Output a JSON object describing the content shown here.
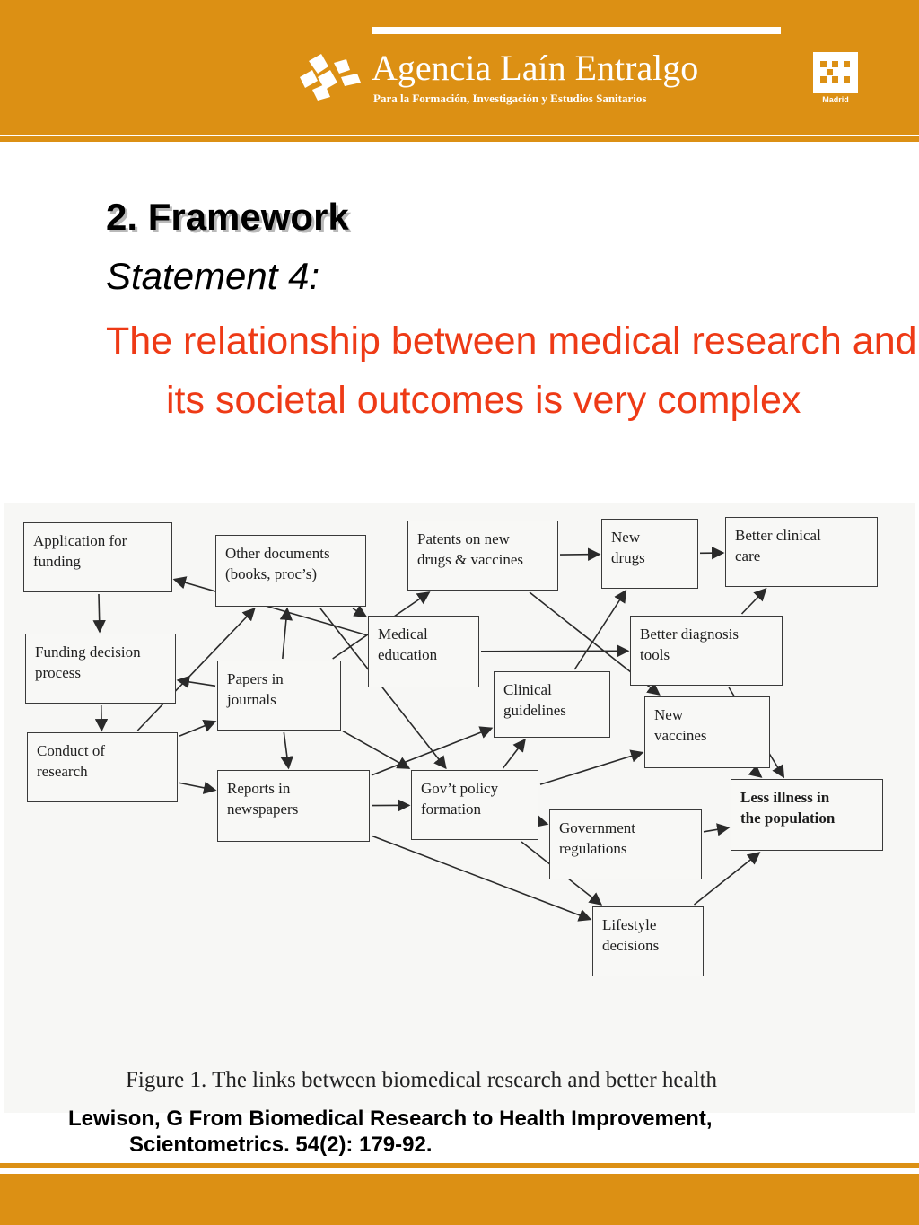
{
  "header": {
    "org_name": "Agencia Laín Entralgo",
    "org_subtitle": "Para la Formación, Investigación y Estudios Sanitarios",
    "badge_label": "Madrid",
    "brand_color": "#dc9014"
  },
  "slide": {
    "section_title": "2. Framework",
    "statement_label": "Statement 4:",
    "claim": "The relationship between medical research and its societal outcomes is very complex",
    "claim_color": "#ee3a16"
  },
  "diagram": {
    "nodes": [
      {
        "id": "application",
        "label": "Application for\nfunding"
      },
      {
        "id": "funding_decision",
        "label": "Funding decision\nprocess"
      },
      {
        "id": "conduct",
        "label": "Conduct of\nresearch"
      },
      {
        "id": "other_docs",
        "label": "Other documents\n(books, proc’s)"
      },
      {
        "id": "papers",
        "label": "Papers in\njournals"
      },
      {
        "id": "reports",
        "label": "Reports in\nnewspapers"
      },
      {
        "id": "patents",
        "label": "Patents on new\ndrugs & vaccines"
      },
      {
        "id": "medical_education",
        "label": "Medical\neducation"
      },
      {
        "id": "clinical_guidelines",
        "label": "Clinical\nguidelines"
      },
      {
        "id": "govt_policy",
        "label": "Gov’t policy\nformation"
      },
      {
        "id": "govt_regulations",
        "label": "Government\nregulations"
      },
      {
        "id": "lifestyle",
        "label": "Lifestyle\ndecisions"
      },
      {
        "id": "new_drugs",
        "label": "New\ndrugs"
      },
      {
        "id": "better_diagnosis",
        "label": "Better diagnosis\ntools"
      },
      {
        "id": "new_vaccines",
        "label": "New\nvaccines"
      },
      {
        "id": "better_care",
        "label": "Better clinical\ncare"
      },
      {
        "id": "less_illness",
        "label": "Less illness in\nthe population"
      }
    ],
    "edges": [
      [
        "application",
        "funding_decision"
      ],
      [
        "funding_decision",
        "conduct"
      ],
      [
        "conduct",
        "papers"
      ],
      [
        "conduct",
        "reports"
      ],
      [
        "conduct",
        "other_docs"
      ],
      [
        "papers",
        "funding_decision"
      ],
      [
        "papers",
        "other_docs"
      ],
      [
        "papers",
        "reports"
      ],
      [
        "papers",
        "patents"
      ],
      [
        "papers",
        "govt_policy"
      ],
      [
        "medical_education",
        "application"
      ],
      [
        "other_docs",
        "medical_education"
      ],
      [
        "other_docs",
        "govt_policy"
      ],
      [
        "reports",
        "govt_policy"
      ],
      [
        "reports",
        "lifestyle"
      ],
      [
        "reports",
        "clinical_guidelines"
      ],
      [
        "patents",
        "new_drugs"
      ],
      [
        "patents",
        "new_vaccines"
      ],
      [
        "new_drugs",
        "better_care"
      ],
      [
        "medical_education",
        "better_diagnosis"
      ],
      [
        "clinical_guidelines",
        "new_drugs"
      ],
      [
        "govt_policy",
        "clinical_guidelines"
      ],
      [
        "govt_policy",
        "new_vaccines"
      ],
      [
        "govt_policy",
        "govt_regulations"
      ],
      [
        "govt_policy",
        "lifestyle"
      ],
      [
        "govt_regulations",
        "less_illness"
      ],
      [
        "better_diagnosis",
        "better_care"
      ],
      [
        "better_diagnosis",
        "less_illness"
      ],
      [
        "new_vaccines",
        "less_illness"
      ],
      [
        "lifestyle",
        "less_illness"
      ]
    ],
    "caption": "Figure 1. The links between biomedical research and better health"
  },
  "citation": "Lewison, G From Biomedical Research to Health Improvement, Scientometrics. 54(2): 179-92."
}
